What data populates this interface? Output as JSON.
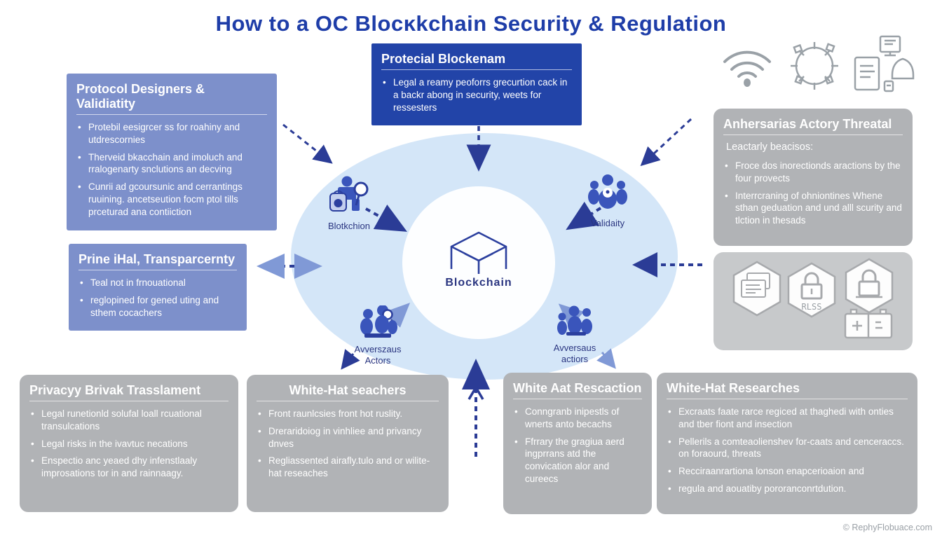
{
  "title": "How to a OC Blocĸkchain Security & Regulation",
  "watermark": "© RephyFlobuace.com",
  "colors": {
    "title_blue": "#1e3da8",
    "panel_blue": "#7d90cb",
    "panel_dark_blue": "#2244a8",
    "panel_gray": "#b1b3b6",
    "panel_light_gray": "#c7c9cb",
    "ellipse_blue": "#d4e6f8",
    "icon_blue": "#3a55bb",
    "arrow_navy": "#2b3c96",
    "arrow_light": "#8099d6"
  },
  "icons": {
    "header": [
      "wifi",
      "gear-network",
      "documents-bell"
    ],
    "hex_panel": [
      "documents-cards",
      "lock-rlss",
      "lock-and-battery"
    ]
  },
  "boxes": {
    "protocol": {
      "title": "Protocol Designers & Validiatity",
      "bullets": [
        "Protebil eesigrcer ss for roahiny and utdrescornies",
        "Therveid bkacchain and imoluch and rralogenarty snclutions an decving",
        "Cunrii ad gcoursunic and cerrantings ruuining. ancetseution focm ptol tills prceturad ana contiiction"
      ]
    },
    "protecial": {
      "title": "Protecial Blockenam",
      "bullets": [
        "Legal a reamy peoforrs grecurtion cack in a backr abong in security, weets for ressesters"
      ]
    },
    "adversarial": {
      "title": "Anhersarias Actory Threatal",
      "intro": "Leactarly beacisos:",
      "bullets": [
        "Froce dos inorectionds aractions by the four provects",
        "Interrcraning of ohniontines Whene sthan geduation and und alll scurity and tlction in thesads"
      ]
    },
    "transparency": {
      "title": "Prine iHal, Transparcernty",
      "bullets": [
        "Teal not in frnouational",
        "reglopined for gened uting and sthem cocachers"
      ]
    },
    "privacy": {
      "title": "Privacyy Brivak Trasslament",
      "bullets": [
        "Legal runetionld solufal loall rcuational transulcations",
        "Legal risks in the ivavtuc necations",
        "Enspectio anc yeaed dhy infenstlaaly improsations tor in and rainnaagy."
      ]
    },
    "whitehat_seachers": {
      "title": "White-Hat seachers",
      "bullets": [
        "Front raunlcsies front hot ruslity.",
        "Dreraridoiog in vinhliee and privancy dnves",
        "Regliassented airafly.tulo and or wilite-hat reseaches"
      ]
    },
    "white_reaction": {
      "title": "White Aat Rescaction",
      "bullets": [
        "Conngranb inipestls of wnerts anto becachs",
        "Ffrrary the gragiua aerd ingprrans atd the convication alor and cureecs"
      ]
    },
    "whitehat_researches": {
      "title": "White-Hat Researches",
      "bullets": [
        "Excraats faate rarce regiced at thaghedi with onties and tber fiont and insection",
        "Pellerils a comteaolienshev for-caats and cenceraccs. on foraourd, threats",
        "Recciraanrartiona lonson enapcerioaion and",
        "regula and aouatiby pororanconrtdution."
      ]
    }
  },
  "diagram": {
    "center_label": "Blockchain",
    "hex_label": "RLSS",
    "nodes": {
      "left": "Blotkchion",
      "right": "Validaity",
      "bottom_left": "Avverszaus Actors",
      "bottom_right": "Avversaus actiors"
    }
  }
}
